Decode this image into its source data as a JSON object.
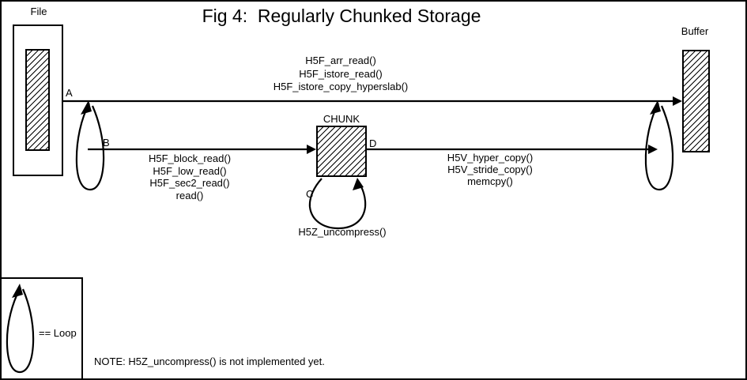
{
  "title": "Fig 4:  Regularly Chunked Storage",
  "boxes": {
    "file": {
      "label": "File"
    },
    "chunk": {
      "label": "CHUNK"
    },
    "buffer": {
      "label": "Buffer"
    }
  },
  "paths": {
    "a": {
      "label": "A",
      "functions": [
        "H5F_arr_read()",
        "H5F_istore_read()",
        "H5F_istore_copy_hyperslab()"
      ]
    },
    "b": {
      "label": "B",
      "functions": [
        "H5F_block_read()",
        "H5F_low_read()",
        "H5F_sec2_read()",
        "read()"
      ]
    },
    "c": {
      "label": "C",
      "functions": [
        "H5Z_uncompress()"
      ]
    },
    "d": {
      "label": "D",
      "functions": [
        "H5V_hyper_copy()",
        "H5V_stride_copy()",
        "memcpy()"
      ]
    }
  },
  "legend": {
    "text": "== Loop"
  },
  "note": "NOTE: H5Z_uncompress() is not implemented yet.",
  "colors": {
    "ink": "#000000",
    "background": "#ffffff"
  }
}
